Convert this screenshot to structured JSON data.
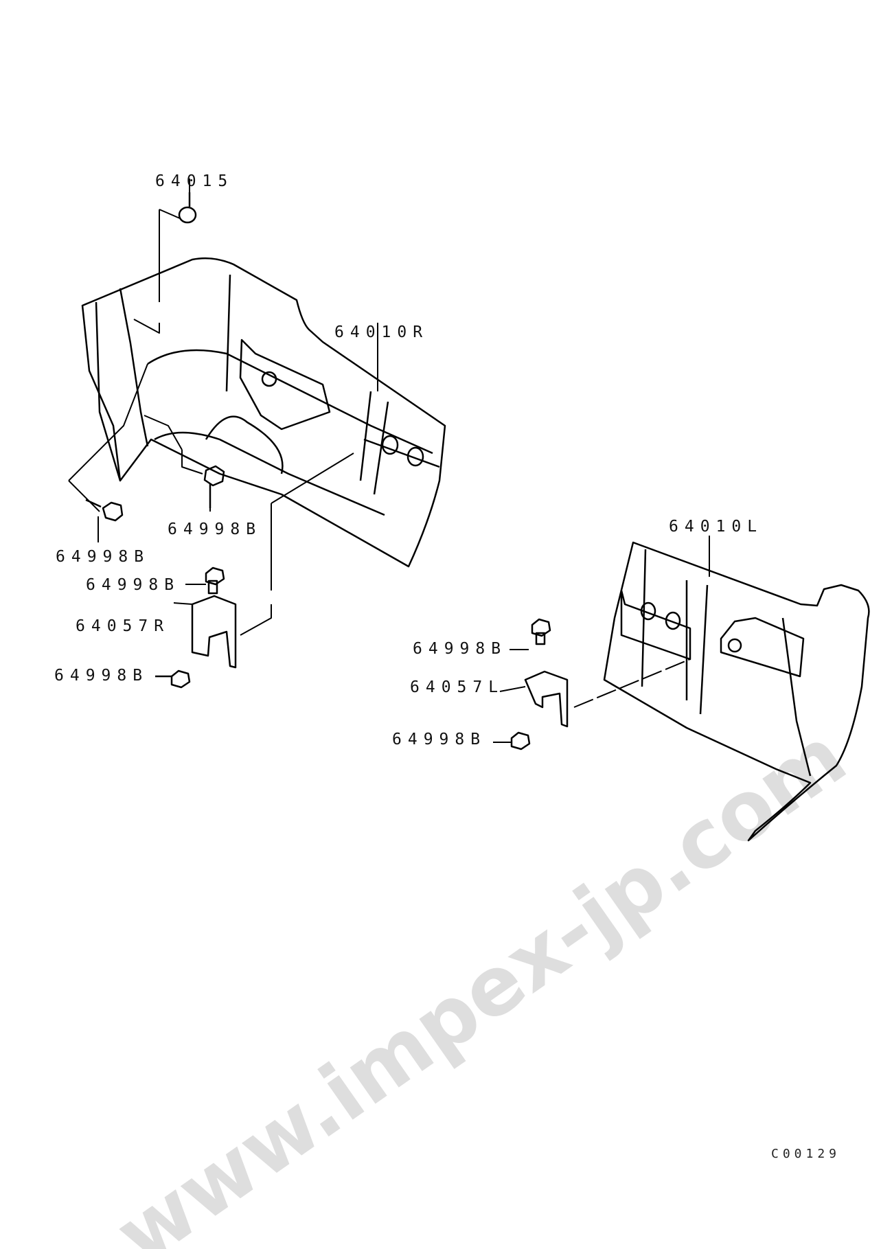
{
  "watermark": "www.impex-jp.com",
  "diagram_code": "C00129",
  "parts": {
    "cap": "64015",
    "bumper_right": "64010R",
    "bumper_left": "64010L",
    "bracket_right": "64057R",
    "bracket_left": "64057L",
    "bolt": "64998B"
  },
  "callouts": [
    {
      "id": "64015"
    },
    {
      "id": "64010R"
    },
    {
      "id": "64998B"
    },
    {
      "id": "64998B"
    },
    {
      "id": "64998B"
    },
    {
      "id": "64057R"
    },
    {
      "id": "64998B"
    },
    {
      "id": "64010L"
    },
    {
      "id": "64998B"
    },
    {
      "id": "64057L"
    },
    {
      "id": "64998B"
    }
  ]
}
